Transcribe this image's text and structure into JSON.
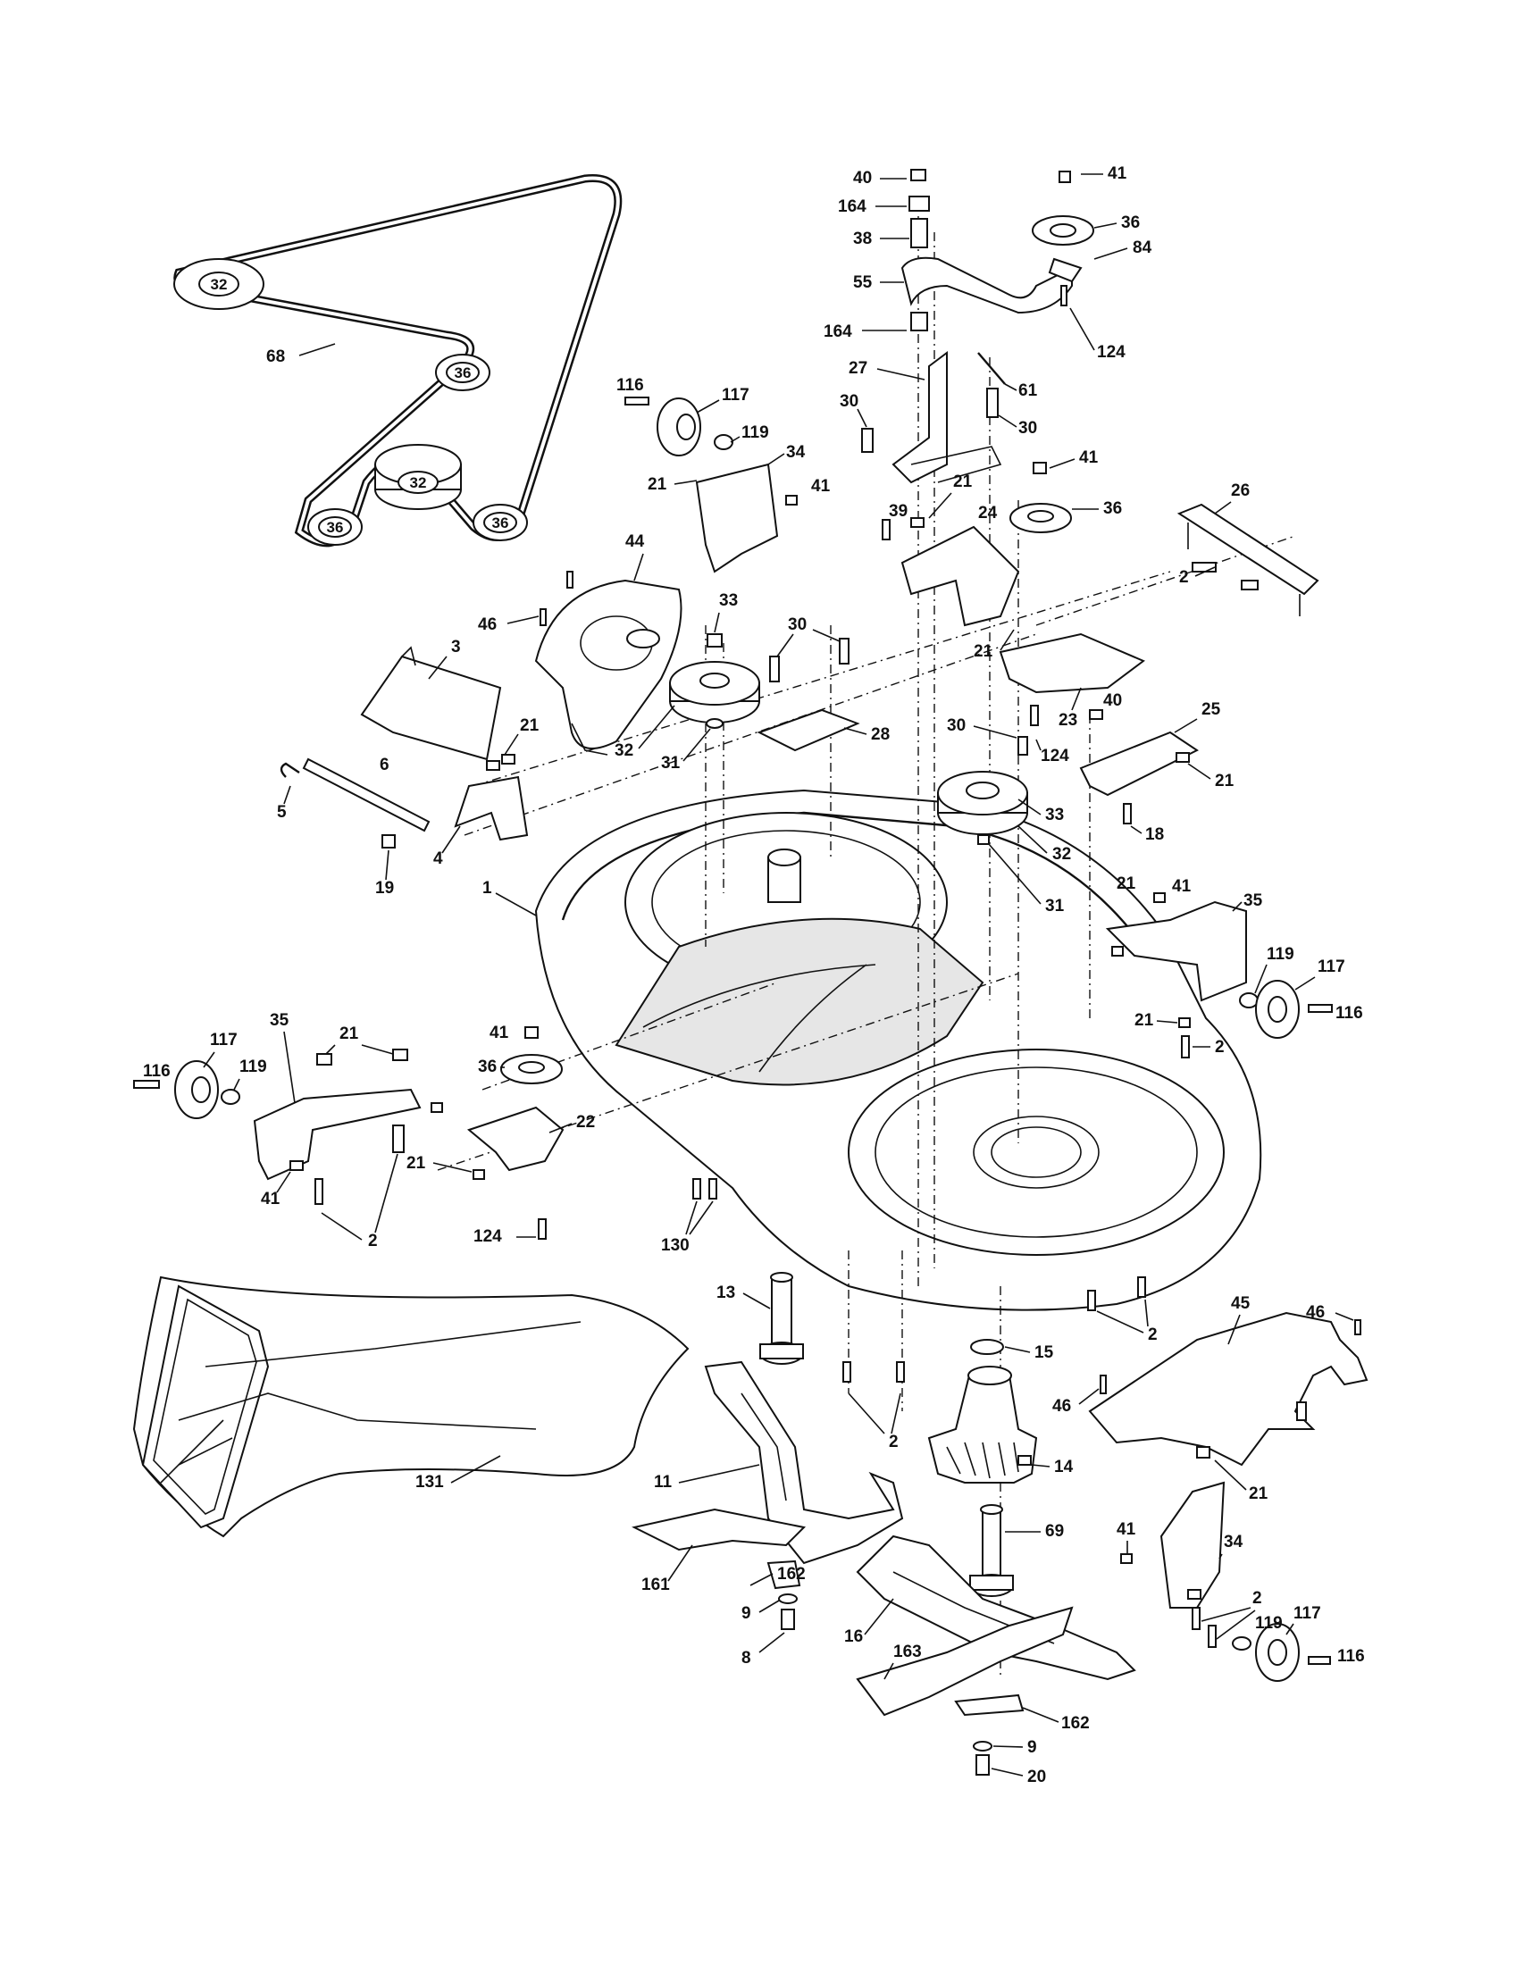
{
  "callouts": {
    "c1": "1",
    "c2": "2",
    "c3": "3",
    "c4": "4",
    "c5": "5",
    "c6": "6",
    "c8": "8",
    "c9": "9",
    "c11": "11",
    "c13": "13",
    "c14": "14",
    "c15": "15",
    "c16": "16",
    "c18": "18",
    "c19": "19",
    "c20": "20",
    "c21": "21",
    "c22": "22",
    "c23": "23",
    "c24": "24",
    "c25": "25",
    "c26": "26",
    "c27": "27",
    "c28": "28",
    "c30": "30",
    "c31": "31",
    "c32": "32",
    "c33": "33",
    "c34": "34",
    "c35": "35",
    "c36": "36",
    "c38": "38",
    "c39": "39",
    "c40": "40",
    "c41": "41",
    "c44": "44",
    "c45": "45",
    "c46": "46",
    "c55": "55",
    "c61": "61",
    "c68": "68",
    "c69": "69",
    "c84": "84",
    "c116": "116",
    "c117": "117",
    "c119": "119",
    "c124": "124",
    "c130": "130",
    "c131": "131",
    "c161": "161",
    "c162": "162",
    "c163": "163",
    "c164": "164"
  }
}
